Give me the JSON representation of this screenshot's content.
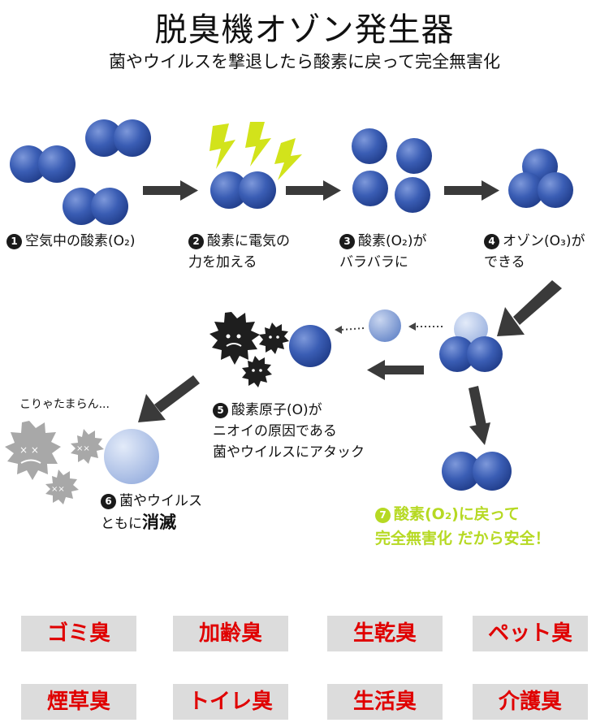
{
  "header": {
    "title": "脱臭機オゾン発生器",
    "subtitle": "菌やウイルスを撃退したら酸素に戻って完全無害化"
  },
  "steps": [
    {
      "num": "1",
      "line1": "空気中の酸素(O₂)"
    },
    {
      "num": "2",
      "line1": "酸素に電気の",
      "line2": "力を加える"
    },
    {
      "num": "3",
      "line1": "酸素(O₂)が",
      "line2": "バラバラに"
    },
    {
      "num": "4",
      "line1": "オゾン(O₃)が",
      "line2": "できる"
    },
    {
      "num": "5",
      "line1": "酸素原子(O)が",
      "line2": "ニオイの原因である",
      "line3": "菌やウイルスにアタック"
    },
    {
      "num": "6",
      "line1": "菌やウイルス",
      "line2": "ともに",
      "emphasis": "消滅"
    },
    {
      "num": "7",
      "line1": "酸素(O₂)に戻って",
      "line2": "完全無害化 だから安全！"
    }
  ],
  "germ_quote": "こりゃたまらん...",
  "odor_types": [
    "ゴミ臭",
    "加齢臭",
    "生乾臭",
    "ペット臭",
    "煙草臭",
    "トイレ臭",
    "生活臭",
    "介護臭"
  ],
  "colors": {
    "molecule": "#3a5db4",
    "molecule_light": "#8fa7d8",
    "molecule_faded": "#b7c9ea",
    "lightning": "#d2e31b",
    "germ": "#1e1e1e",
    "germ_dead": "#a8a8a8",
    "accent_text": "#b6d923",
    "odor_text": "#e00000",
    "odor_bg": "#dcdcdc"
  }
}
